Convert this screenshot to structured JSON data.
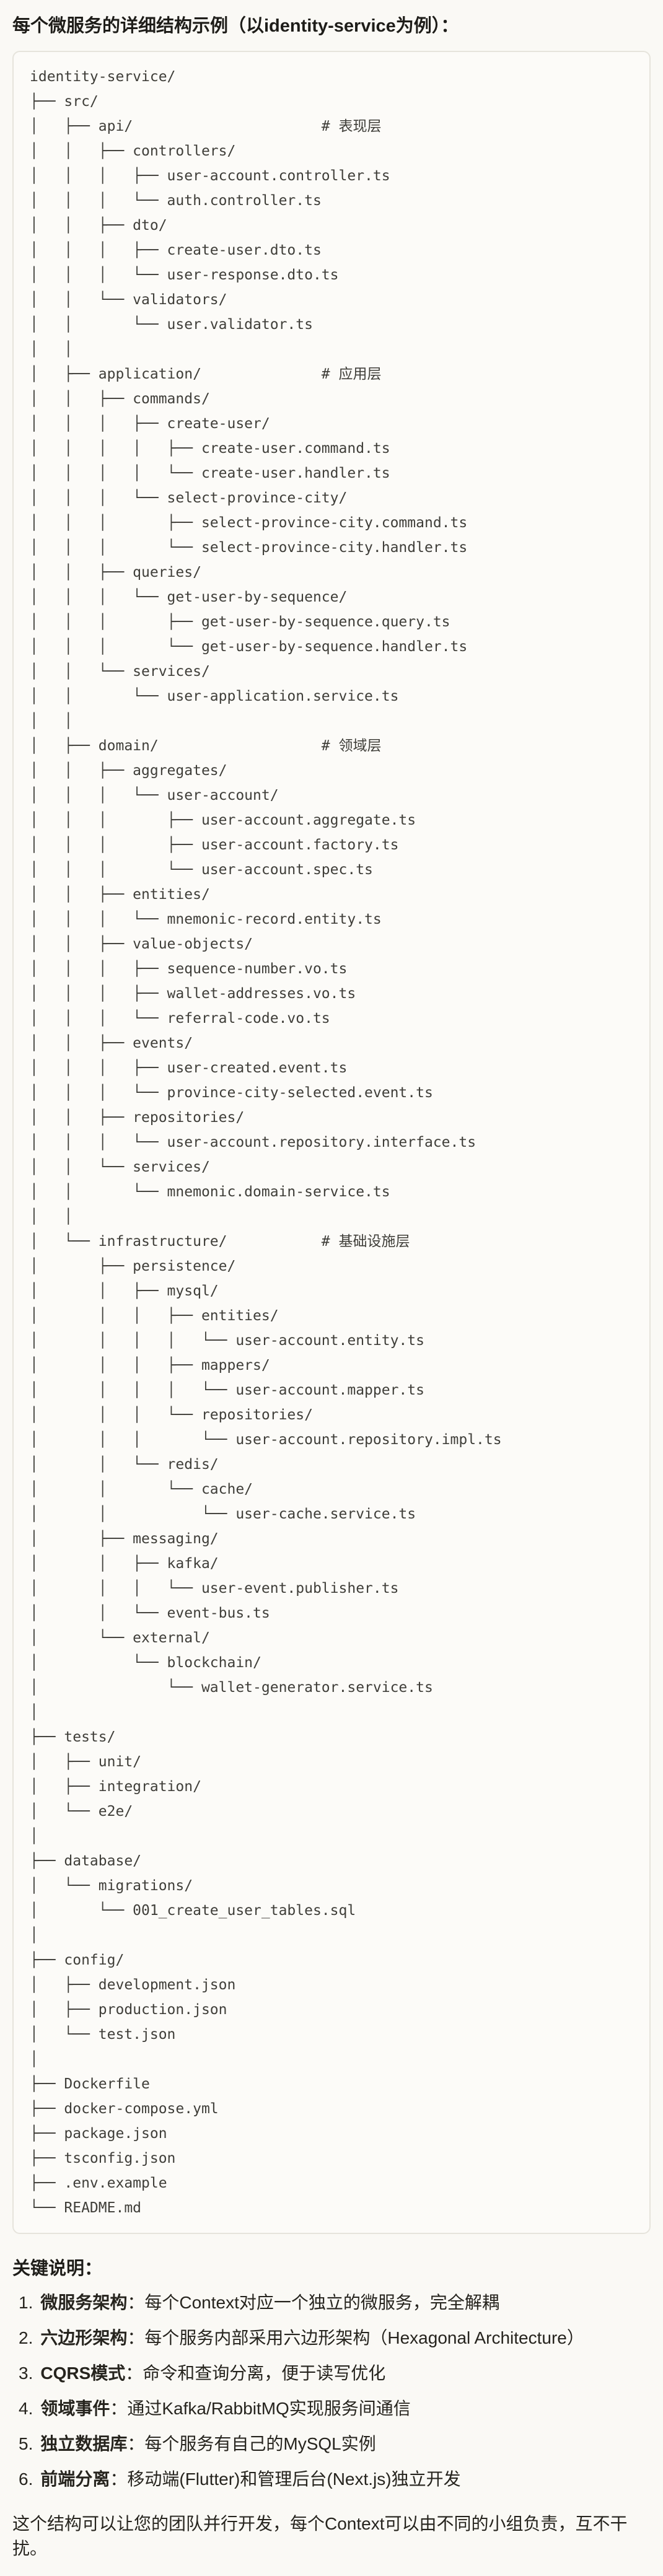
{
  "title": "每个微服务的详细结构示例（以identity-service为例）：",
  "tree": {
    "lines": [
      "identity-service/",
      "├── src/",
      "│   ├── api/                      # 表现层",
      "│   │   ├── controllers/",
      "│   │   │   ├── user-account.controller.ts",
      "│   │   │   └── auth.controller.ts",
      "│   │   ├── dto/",
      "│   │   │   ├── create-user.dto.ts",
      "│   │   │   └── user-response.dto.ts",
      "│   │   └── validators/",
      "│   │       └── user.validator.ts",
      "│   │",
      "│   ├── application/              # 应用层",
      "│   │   ├── commands/",
      "│   │   │   ├── create-user/",
      "│   │   │   │   ├── create-user.command.ts",
      "│   │   │   │   └── create-user.handler.ts",
      "│   │   │   └── select-province-city/",
      "│   │   │       ├── select-province-city.command.ts",
      "│   │   │       └── select-province-city.handler.ts",
      "│   │   ├── queries/",
      "│   │   │   └── get-user-by-sequence/",
      "│   │   │       ├── get-user-by-sequence.query.ts",
      "│   │   │       └── get-user-by-sequence.handler.ts",
      "│   │   └── services/",
      "│   │       └── user-application.service.ts",
      "│   │",
      "│   ├── domain/                   # 领域层",
      "│   │   ├── aggregates/",
      "│   │   │   └── user-account/",
      "│   │   │       ├── user-account.aggregate.ts",
      "│   │   │       ├── user-account.factory.ts",
      "│   │   │       └── user-account.spec.ts",
      "│   │   ├── entities/",
      "│   │   │   └── mnemonic-record.entity.ts",
      "│   │   ├── value-objects/",
      "│   │   │   ├── sequence-number.vo.ts",
      "│   │   │   ├── wallet-addresses.vo.ts",
      "│   │   │   └── referral-code.vo.ts",
      "│   │   ├── events/",
      "│   │   │   ├── user-created.event.ts",
      "│   │   │   └── province-city-selected.event.ts",
      "│   │   ├── repositories/",
      "│   │   │   └── user-account.repository.interface.ts",
      "│   │   └── services/",
      "│   │       └── mnemonic.domain-service.ts",
      "│   │",
      "│   └── infrastructure/           # 基础设施层",
      "│       ├── persistence/",
      "│       │   ├── mysql/",
      "│       │   │   ├── entities/",
      "│       │   │   │   └── user-account.entity.ts",
      "│       │   │   ├── mappers/",
      "│       │   │   │   └── user-account.mapper.ts",
      "│       │   │   └── repositories/",
      "│       │   │       └── user-account.repository.impl.ts",
      "│       │   └── redis/",
      "│       │       └── cache/",
      "│       │           └── user-cache.service.ts",
      "│       ├── messaging/",
      "│       │   ├── kafka/",
      "│       │   │   └── user-event.publisher.ts",
      "│       │   └── event-bus.ts",
      "│       └── external/",
      "│           └── blockchain/",
      "│               └── wallet-generator.service.ts",
      "│",
      "├── tests/",
      "│   ├── unit/",
      "│   ├── integration/",
      "│   └── e2e/",
      "│",
      "├── database/",
      "│   └── migrations/",
      "│       └── 001_create_user_tables.sql",
      "│",
      "├── config/",
      "│   ├── development.json",
      "│   ├── production.json",
      "│   └── test.json",
      "│",
      "├── Dockerfile",
      "├── docker-compose.yml",
      "├── package.json",
      "├── tsconfig.json",
      "├── .env.example",
      "└── README.md"
    ]
  },
  "notes": {
    "heading": "关键说明：",
    "items": [
      {
        "num": "1.",
        "term": "微服务架构",
        "desc": "：每个Context对应一个独立的微服务，完全解耦"
      },
      {
        "num": "2.",
        "term": "六边形架构",
        "desc": "：每个服务内部采用六边形架构（Hexagonal Architecture）"
      },
      {
        "num": "3.",
        "term": "CQRS模式",
        "desc": "：命令和查询分离，便于读写优化"
      },
      {
        "num": "4.",
        "term": "领域事件",
        "desc": "：通过Kafka/RabbitMQ实现服务间通信"
      },
      {
        "num": "5.",
        "term": "独立数据库",
        "desc": "：每个服务有自己的MySQL实例"
      },
      {
        "num": "6.",
        "term": "前端分离",
        "desc": "：移动端(Flutter)和管理后台(Next.js)独立开发"
      }
    ]
  },
  "footer": "这个结构可以让您的团队并行开发，每个Context可以由不同的小组负责，互不干扰。"
}
